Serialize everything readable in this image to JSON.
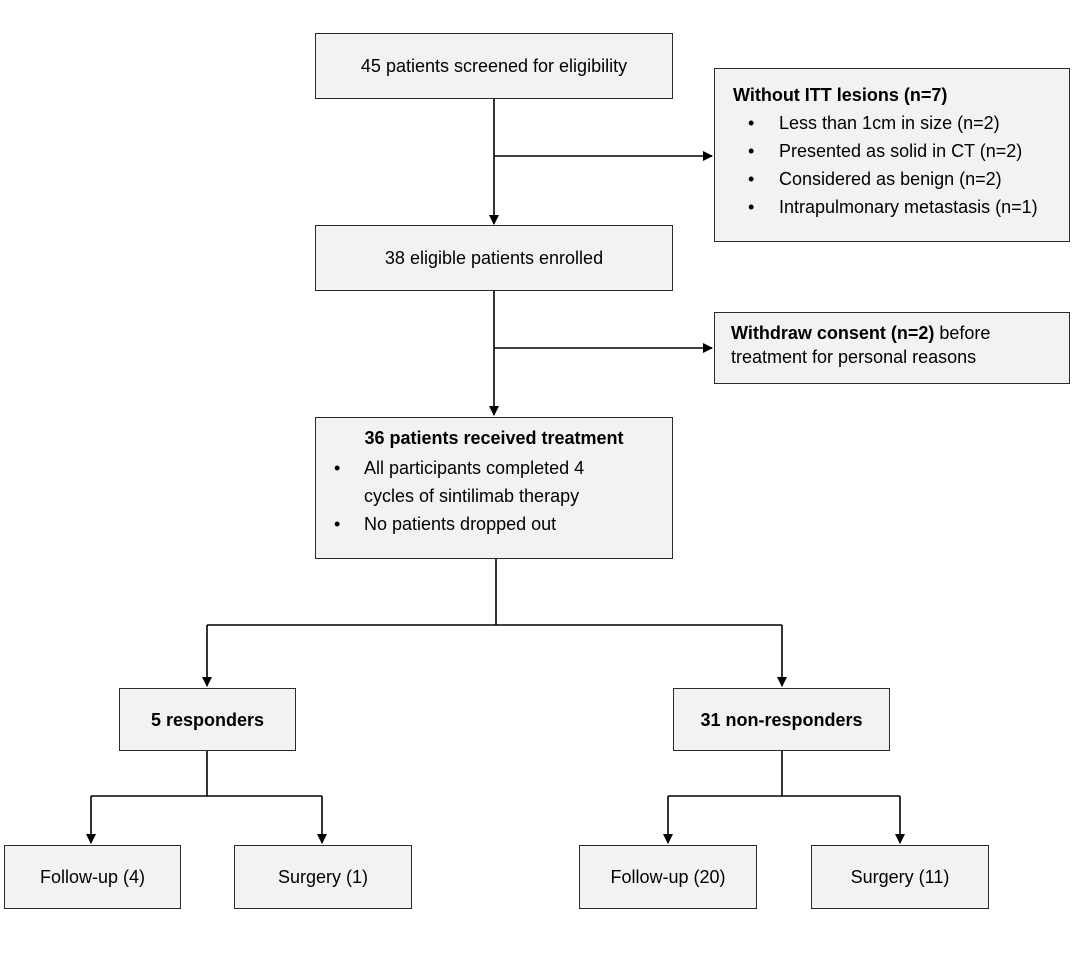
{
  "screened": "45 patients screened for eligibility",
  "exclusion": {
    "title": "Without ITT lesions (n=7)",
    "items": [
      "Less than 1cm in size (n=2)",
      "Presented as solid in CT (n=2)",
      "Considered as benign (n=2)",
      "Intrapulmonary metastasis (n=1)"
    ]
  },
  "enrolled": "38 eligible patients enrolled",
  "withdraw": {
    "bold": "Withdraw consent (n=2)",
    "rest": " before treatment for personal reasons"
  },
  "treatment": {
    "title": "36 patients received treatment",
    "items": [
      "All participants completed 4 cycles of sintilimab therapy",
      "No patients dropped out"
    ]
  },
  "responders": "5 responders",
  "non_responders": "31 non-responders",
  "r_followup": "Follow-up (4)",
  "r_surgery": "Surgery (1)",
  "nr_followup": "Follow-up (20)",
  "nr_surgery": "Surgery (11)",
  "colors": {
    "box_fill": "#f2f2f2",
    "border": "#2b2b2b",
    "line": "#000000"
  }
}
